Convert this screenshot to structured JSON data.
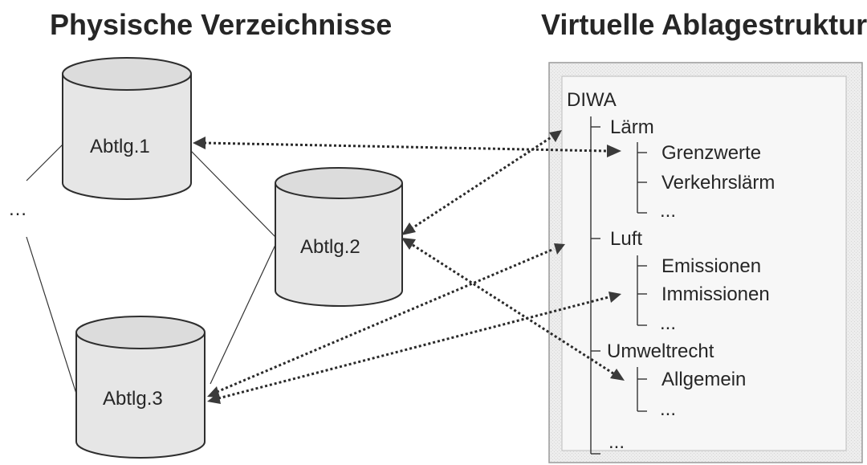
{
  "headings": {
    "physical": "Physische Verzeichnisse",
    "virtual": "Virtuelle Ablagestruktur"
  },
  "databases": {
    "db1": "Abtlg.1",
    "db2": "Abtlg.2",
    "db3": "Abtlg.3",
    "ellipsis": "…"
  },
  "tree": {
    "root": "DIWA",
    "laerm": "Lärm",
    "grenzwerte": "Grenzwerte",
    "verkehrslaerm": "Verkehrslärm",
    "laerm_more": "...",
    "luft": "Luft",
    "emissionen": "Emissionen",
    "immissionen": "Immissionen",
    "luft_more": "...",
    "umweltrecht": "Umweltrecht",
    "allgemein": "Allgemein",
    "umweltrecht_more": "...",
    "root_more": "..."
  },
  "colors": {
    "panel_fill": "#e9e9e9",
    "panel_inner": "#f6f6f6",
    "cylinder_fill": "#e6e6e6",
    "line": "#2a2a2a"
  }
}
